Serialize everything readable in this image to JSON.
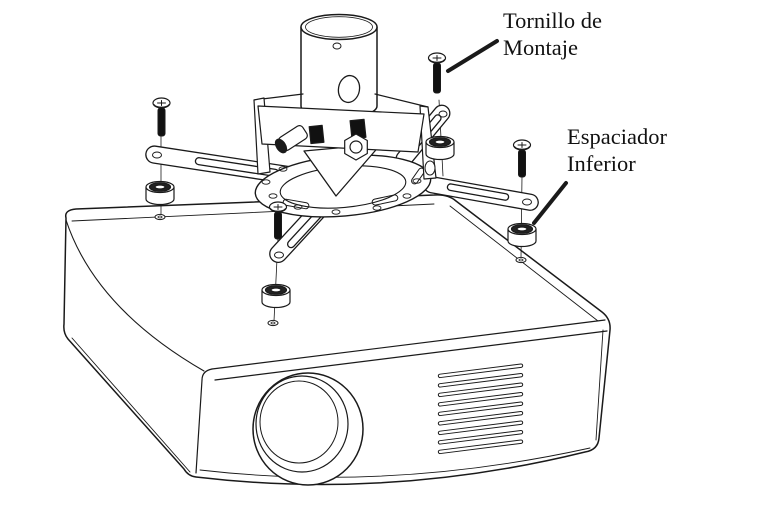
{
  "diagram": {
    "background_color": "#ffffff",
    "line_color": "#1a1a1a",
    "labels": {
      "tornillo_line1": "Tornillo de",
      "tornillo_line2": "Montaje",
      "espaciador_line1": "Espaciador",
      "espaciador_line2": "Inferior"
    }
  }
}
